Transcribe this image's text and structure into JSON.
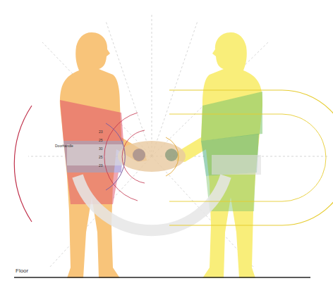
{
  "diagram": {
    "labels": [
      "Floor",
      "Doorhandle",
      "23",
      "25",
      "30",
      "25",
      "23"
    ]
  }
}
